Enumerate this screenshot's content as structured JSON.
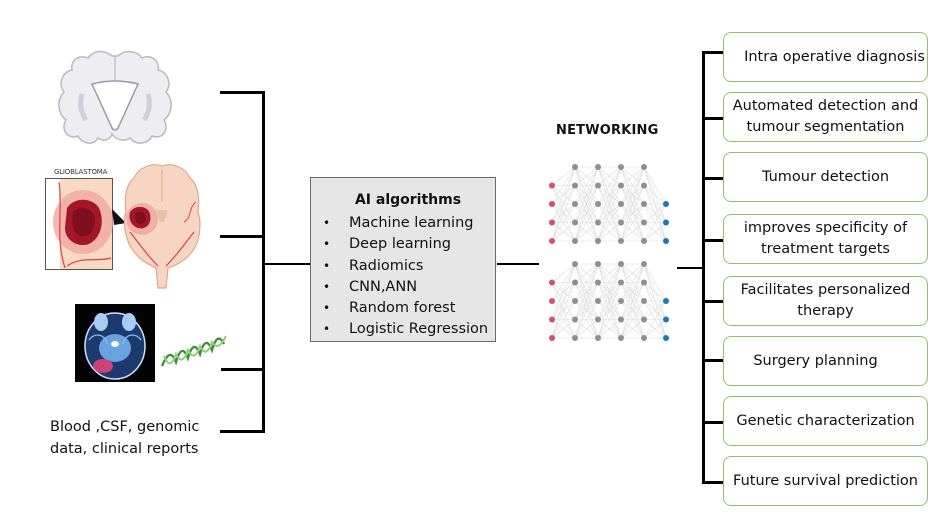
{
  "inputs": {
    "brain_illustration_label": "coronal-brain-section",
    "glioblastoma_label": "GLIOBLASTOMA",
    "mri_label": "mri-scan",
    "dna_label": "dna-helix",
    "text": [
      "Blood ,CSF, genomic",
      "data, clinical reports"
    ]
  },
  "ai_box": {
    "title": "AI algorithms",
    "bullet": "•",
    "items": [
      "Machine learning",
      "Deep learning",
      "Radiomics",
      "CNN,ANN",
      "Random forest",
      "Logistic Regression"
    ]
  },
  "network": {
    "title": "NETWORKING",
    "colors": {
      "input": "#d0506f",
      "hidden": "#8f8f8f",
      "output": "#1a78b4",
      "edge": "#dcdcdc"
    }
  },
  "outputs": [
    {
      "lines": [
        "Intra operative diagnosis"
      ]
    },
    {
      "lines": [
        "Automated detection and",
        "tumour segmentation"
      ]
    },
    {
      "lines": [
        "Tumour detection"
      ]
    },
    {
      "lines": [
        "improves specificity of",
        "treatment targets"
      ]
    },
    {
      "lines": [
        "Facilitates personalized",
        "therapy"
      ]
    },
    {
      "lines": [
        "Surgery planning"
      ]
    },
    {
      "lines": [
        "Genetic characterization"
      ]
    },
    {
      "lines": [
        "Future survival prediction"
      ]
    }
  ],
  "colors": {
    "output_border": "#8fc46a",
    "ai_box_bg": "#e6e6e6",
    "connector": "#000000"
  }
}
